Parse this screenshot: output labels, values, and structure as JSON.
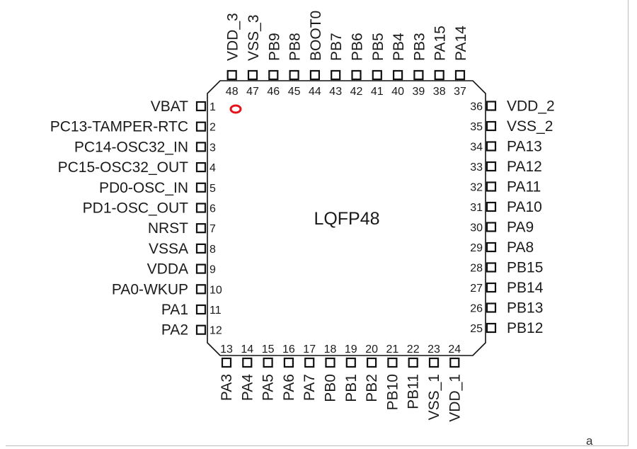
{
  "package": {
    "name": "LQFP48"
  },
  "pins": {
    "left": [
      {
        "num": "1",
        "name": "VBAT"
      },
      {
        "num": "2",
        "name": "PC13-TAMPER-RTC"
      },
      {
        "num": "3",
        "name": "PC14-OSC32_IN"
      },
      {
        "num": "4",
        "name": "PC15-OSC32_OUT"
      },
      {
        "num": "5",
        "name": "PD0-OSC_IN"
      },
      {
        "num": "6",
        "name": "PD1-OSC_OUT"
      },
      {
        "num": "7",
        "name": "NRST"
      },
      {
        "num": "8",
        "name": "VSSA"
      },
      {
        "num": "9",
        "name": "VDDA"
      },
      {
        "num": "10",
        "name": "PA0-WKUP"
      },
      {
        "num": "11",
        "name": "PA1"
      },
      {
        "num": "12",
        "name": "PA2"
      }
    ],
    "bottom": [
      {
        "num": "13",
        "name": "PA3"
      },
      {
        "num": "14",
        "name": "PA4"
      },
      {
        "num": "15",
        "name": "PA5"
      },
      {
        "num": "16",
        "name": "PA6"
      },
      {
        "num": "17",
        "name": "PA7"
      },
      {
        "num": "18",
        "name": "PB0"
      },
      {
        "num": "19",
        "name": "PB1"
      },
      {
        "num": "20",
        "name": "PB2"
      },
      {
        "num": "21",
        "name": "PB10"
      },
      {
        "num": "22",
        "name": "PB11"
      },
      {
        "num": "23",
        "name": "VSS_1"
      },
      {
        "num": "24",
        "name": "VDD_1"
      }
    ],
    "right": [
      {
        "num": "25",
        "name": "PB12"
      },
      {
        "num": "26",
        "name": "PB13"
      },
      {
        "num": "27",
        "name": "PB14"
      },
      {
        "num": "28",
        "name": "PB15"
      },
      {
        "num": "29",
        "name": "PA8"
      },
      {
        "num": "30",
        "name": "PA9"
      },
      {
        "num": "31",
        "name": "PA10"
      },
      {
        "num": "32",
        "name": "PA11"
      },
      {
        "num": "33",
        "name": "PA12"
      },
      {
        "num": "34",
        "name": "PA13"
      },
      {
        "num": "35",
        "name": "VSS_2"
      },
      {
        "num": "36",
        "name": "VDD_2"
      }
    ],
    "top": [
      {
        "num": "37",
        "name": "PA14"
      },
      {
        "num": "38",
        "name": "PA15"
      },
      {
        "num": "39",
        "name": "PB3"
      },
      {
        "num": "40",
        "name": "PB4"
      },
      {
        "num": "41",
        "name": "PB5"
      },
      {
        "num": "42",
        "name": "PB6"
      },
      {
        "num": "43",
        "name": "PB7"
      },
      {
        "num": "44",
        "name": "BOOT0"
      },
      {
        "num": "45",
        "name": "PB8"
      },
      {
        "num": "46",
        "name": "PB9"
      },
      {
        "num": "47",
        "name": "VSS_3"
      },
      {
        "num": "48",
        "name": "VDD_3"
      }
    ]
  },
  "corner_text": "a",
  "colors": {
    "outline": "#111111",
    "pin1_marker": "#e5141b",
    "background": "#ffffff"
  }
}
